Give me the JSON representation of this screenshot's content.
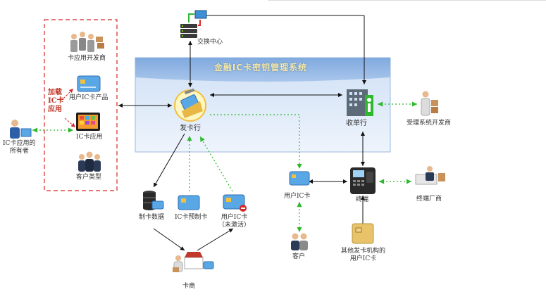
{
  "title": "金融IC卡密钥管理系统",
  "nodes": {
    "exchange_center": "交换中心",
    "card_app_developer": "卡应用开发商",
    "user_ic_card_product": "用户IC卡产品",
    "ic_card_app": "IC卡应用",
    "customer_type": "客户类型",
    "app_owner": "IC卡应用的\n所有者",
    "issuer_bank": "发卡行",
    "acquirer_bank": "收单行",
    "acceptance_dev": "受理系统开发商",
    "user_ic_card": "用户IC卡",
    "terminal": "终端",
    "terminal_vendor": "终端厂商",
    "customer": "客户",
    "other_issuer_card": "其他发卡机构的\n用户IC卡",
    "card_data": "制卡数据",
    "ic_precard": "IC卡预制卡",
    "user_ic_inactive": "用户IC卡\n（未激活）",
    "card_vendor": "卡商"
  },
  "annotation": "加载\nIC卡\n应用"
}
